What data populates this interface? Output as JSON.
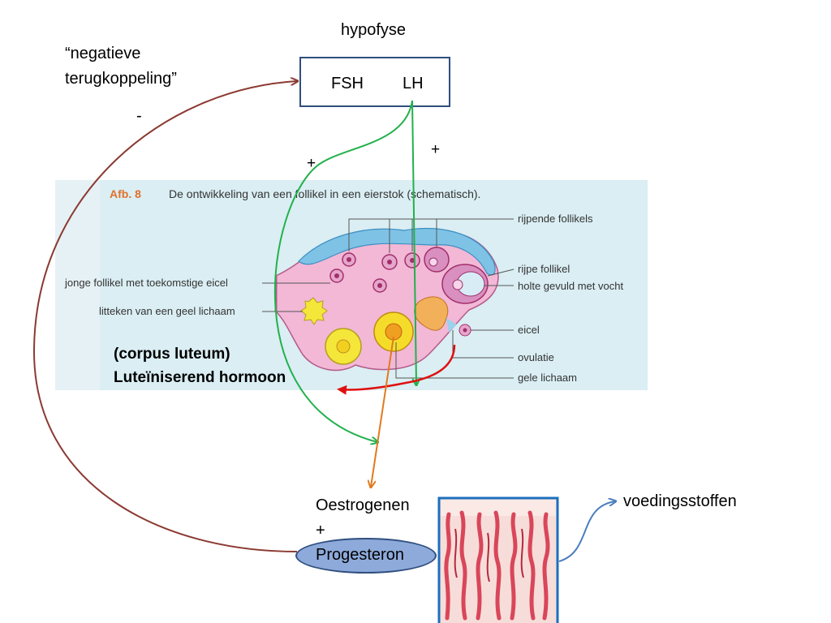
{
  "pituitary": {
    "title": "hypofyse",
    "hormone_left": "FSH",
    "hormone_right": "LH"
  },
  "feedback": {
    "label_line1": "“negatieve",
    "label_line2": "terugkoppeling”",
    "sign": "-"
  },
  "signs": {
    "plus_left": "+",
    "plus_right": "+"
  },
  "figure": {
    "afb_label": "Afb. 8",
    "caption": "De ontwikkeling van een follikel in een eierstok (schematisch).",
    "labels": {
      "ripening_follicles": "rijpende follikels",
      "young_follicle": "jonge follikel met toekomstige eicel",
      "ripe_follicle": "rijpe follikel",
      "cavity": "holte gevuld met vocht",
      "scar": "litteken van een geel lichaam",
      "egg": "eicel",
      "ovulation": "ovulatie",
      "yellow_body": "gele lichaam"
    }
  },
  "annotation": {
    "line1": "(corpus luteum)",
    "line2": "Luteïniserend hormoon"
  },
  "hormones": {
    "oestrogen": "Oestrogenen",
    "plus": "+",
    "progesterone": "Progesteron"
  },
  "nutrients": "voedingsstoffen",
  "colors": {
    "box_border": "#2f4f7f",
    "feedback_arrow": "#8b3a32",
    "lh_arrow": "#22b14c",
    "red_arrow": "#e01010",
    "orange_arrow": "#e07a20",
    "blue_arrow": "#4a7ebf",
    "progesterone_fill": "#8eaadb",
    "figure_bg": "#daeef3"
  }
}
